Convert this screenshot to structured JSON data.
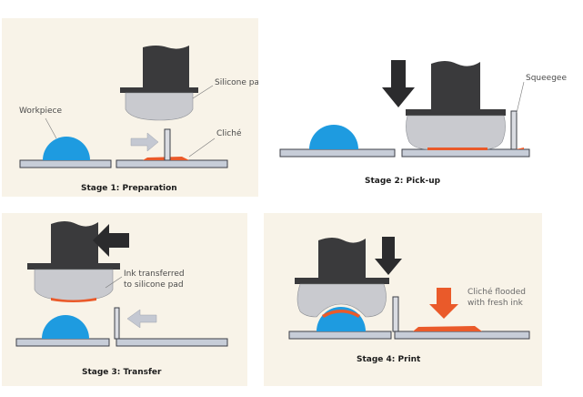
{
  "colors": {
    "panel_bg": "#f8f3e8",
    "shaft": "#3a3a3c",
    "pad": "#c9cacf",
    "plate": "#c7cdd8",
    "plate_edge": "#3c3f47",
    "workpiece": "#1e9be0",
    "ink": "#ea5a2a",
    "arrow_dark": "#2b2b2d",
    "arrow_light": "#c4c8d2",
    "squeegee": "#dadce2"
  },
  "stages": [
    {
      "caption": "Stage 1: Preparation",
      "labels": {
        "workpiece": "Workpiece",
        "pad": "Silicone pad",
        "cliche": "Cliché"
      }
    },
    {
      "caption": "Stage 2: Pick-up",
      "labels": {
        "squeegee": "Squeegee"
      }
    },
    {
      "caption": "Stage 3: Transfer",
      "labels": {
        "ink_line1": "Ink transferred",
        "ink_line2": "to silicone pad"
      }
    },
    {
      "caption": "Stage 4: Print",
      "labels": {
        "flood_line1": "Cliché flooded",
        "flood_line2": "with fresh ink"
      }
    }
  ]
}
